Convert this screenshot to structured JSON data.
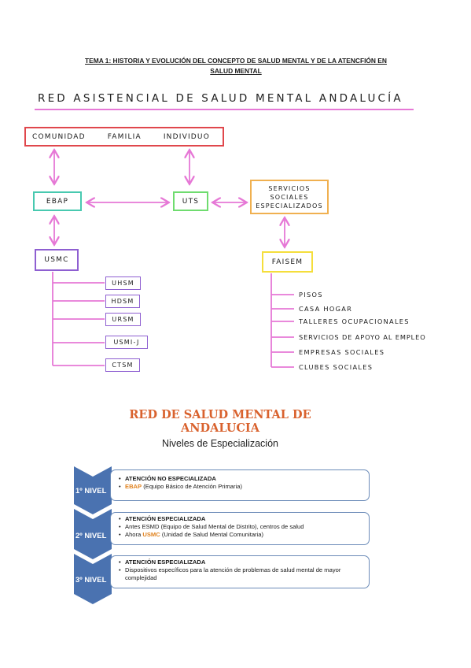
{
  "header": {
    "title_line1": "TEMA 1: HISTORIA Y EVOLUCIÓN DEL CONCEPTO DE SALUD MENTAL Y DE LA ATENCFIÓN EN",
    "title_line2": "SALUD MENTAL"
  },
  "diagram": {
    "title": "RED ASISTENCIAL DE SALUD MENTAL ANDALUCÍA",
    "top_box": {
      "left": "COMUNIDAD",
      "middle": "FAMILIA",
      "right": "INDIVIDUO"
    },
    "ebap": "EBAP",
    "uts": "UTS",
    "servicios": {
      "line1": "SERVICIOS",
      "line2": "SOCIALES",
      "line3": "ESPECIALIZADOS"
    },
    "usmc": "USMC",
    "usmc_children": [
      "UHSM",
      "HDSM",
      "URSM",
      "USMI-J",
      "CTSM"
    ],
    "faisem": "FAISEM",
    "faisem_children": [
      "PISOS",
      "CASA HOGAR",
      "TALLERES OCUPACIONALES",
      "SERVICIOS DE APOYO AL EMPLEO",
      "EMPRESAS SOCIALES",
      "CLUBES SOCIALES"
    ],
    "colors": {
      "top": "#e0474c",
      "ebap": "#48c9b0",
      "uts": "#6fdc6f",
      "servicios": "#f0b050",
      "usmc": "#8e5fd1",
      "faisem": "#f5de3b",
      "arrows": "#e678d6"
    }
  },
  "levels_section": {
    "title_line1": "RED DE SALUD MENTAL DE",
    "title_line2": "ANDALUCIA",
    "subtitle": "Niveles de Especialización",
    "levels": [
      {
        "label": "1º NIVEL",
        "heading": "ATENCIÓN NO ESPECIALIZADA",
        "lines": [
          {
            "pre": "",
            "highlight": "EBAP",
            "post": " (Equipo Básico de Atención Primaria)"
          }
        ]
      },
      {
        "label": "2º NIVEL",
        "heading": "ATENCIÓN ESPECIALIZADA",
        "lines": [
          {
            "pre": "Antes ESMD (Equipo de Salud Mental de Distrito), centros de salud",
            "highlight": "",
            "post": ""
          },
          {
            "pre": "Ahora ",
            "highlight": "USMC",
            "post": " (Unidad de Salud Mental Comunitaria)"
          }
        ]
      },
      {
        "label": "3º NIVEL",
        "heading": "ATENCIÓN ESPECIALIZADA",
        "lines": [
          {
            "pre": "Dispositivos específicos para la atención de problemas de salud mental de mayor complejidad",
            "highlight": "",
            "post": ""
          }
        ]
      }
    ],
    "colors": {
      "chevron": "#4a72b0",
      "highlight": "#e0821e",
      "border": "#6b8bb8"
    }
  }
}
